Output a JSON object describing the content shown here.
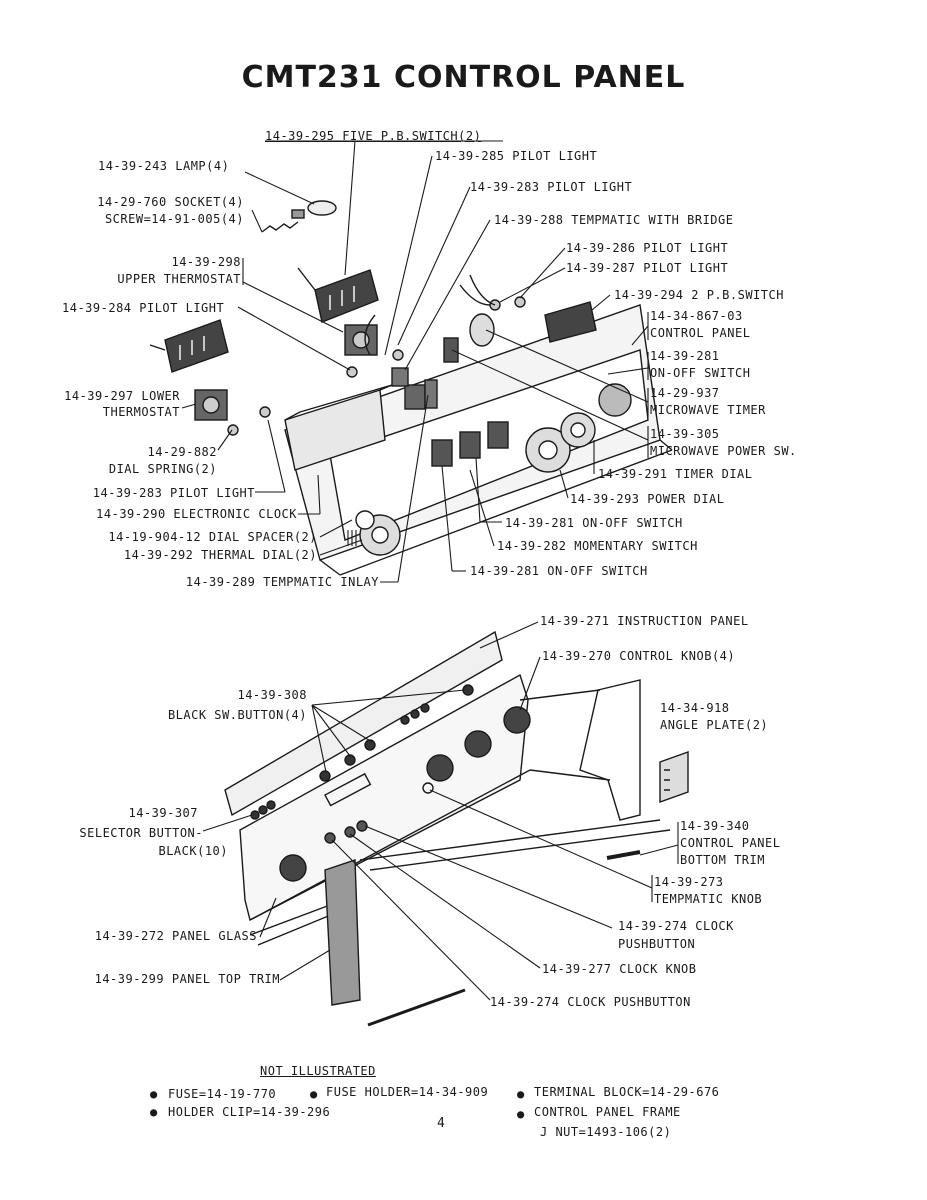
{
  "title": "CMT231 CONTROL PANEL",
  "upper_labels": {
    "five_pb_switch": "14-39-295 FIVE P.B.SWITCH(2)",
    "pilot_285": "14-39-285 PILOT LIGHT",
    "pilot_283_top": "14-39-283 PILOT LIGHT",
    "tempmatic_bridge": "14-39-288 TEMPMATIC WITH BRIDGE",
    "lamp": "14-39-243 LAMP(4)",
    "socket": "14-29-760 SOCKET(4)",
    "screw": "SCREW=14-91-005(4)",
    "pilot_286": "14-39-286 PILOT LIGHT",
    "pilot_287": "14-39-287 PILOT LIGHT",
    "upper_thermostat_pn": "14-39-298",
    "upper_thermostat": "UPPER THERMOSTAT",
    "two_pb_switch": "14-39-294 2 P.B.SWITCH",
    "pilot_284": "14-39-284 PILOT LIGHT",
    "control_panel_pn": "14-34-867-03",
    "control_panel": "CONTROL PANEL",
    "onoff_281_pn": "14-39-281",
    "onoff_281": "ON-OFF SWITCH",
    "lower_thermostat_pn": "14-39-297 LOWER",
    "lower_thermostat": "THERMOSTAT",
    "mw_timer_pn": "14-29-937",
    "mw_timer": "MICROWAVE TIMER",
    "dial_spring_pn": "14-29-882",
    "dial_spring": "DIAL SPRING(2)",
    "mw_power_pn": "14-39-305",
    "mw_power": "MICROWAVE POWER SW.",
    "timer_dial": "14-39-291 TIMER DIAL",
    "pilot_283_low": "14-39-283 PILOT LIGHT",
    "power_dial": "14-39-293 POWER DIAL",
    "electronic_clock": "14-39-290 ELECTRONIC CLOCK",
    "onoff_switch_a": "14-39-281 ON-OFF SWITCH",
    "dial_spacer": "14-19-904-12 DIAL SPACER(2)",
    "momentary_switch": "14-39-282 MOMENTARY SWITCH",
    "thermal_dial": "14-39-292 THERMAL DIAL(2)",
    "onoff_switch_b": "14-39-281 ON-OFF SWITCH",
    "tempmatic_inlay": "14-39-289 TEMPMATIC INLAY"
  },
  "lower_labels": {
    "instruction_panel": "14-39-271 INSTRUCTION PANEL",
    "control_knob": "14-39-270 CONTROL KNOB(4)",
    "black_button_pn": "14-39-308",
    "black_button": "BLACK SW.BUTTON(4)",
    "angle_plate_pn": "14-34-918",
    "angle_plate": "ANGLE PLATE(2)",
    "selector_pn": "14-39-307",
    "selector_1": "SELECTOR BUTTON-",
    "selector_2": "BLACK(10)",
    "bottom_trim_pn": "14-39-340",
    "bottom_trim_1": "CONTROL PANEL",
    "bottom_trim_2": "BOTTOM TRIM",
    "tempmatic_knob_pn": "14-39-273",
    "tempmatic_knob": "TEMPMATIC KNOB",
    "clock_pb_a_1": "14-39-274 CLOCK",
    "clock_pb_a_2": "PUSHBUTTON",
    "panel_glass": "14-39-272 PANEL GLASS",
    "clock_knob": "14-39-277 CLOCK KNOB",
    "panel_top_trim": "14-39-299 PANEL TOP TRIM",
    "clock_pb_b": "14-39-274 CLOCK PUSHBUTTON"
  },
  "not_illustrated": {
    "heading": "NOT ILLUSTRATED",
    "items": [
      "FUSE=14-19-770",
      "FUSE HOLDER=14-34-909",
      "TERMINAL BLOCK=14-29-676",
      "HOLDER CLIP=14-39-296",
      "CONTROL PANEL FRAME",
      "J NUT=1493-106(2)"
    ]
  },
  "page_number": "4",
  "icons": [
    "bullet-icon"
  ],
  "colors": {
    "ink": "#1a1a1a",
    "paper": "#ffffff",
    "shade": "#555555"
  }
}
